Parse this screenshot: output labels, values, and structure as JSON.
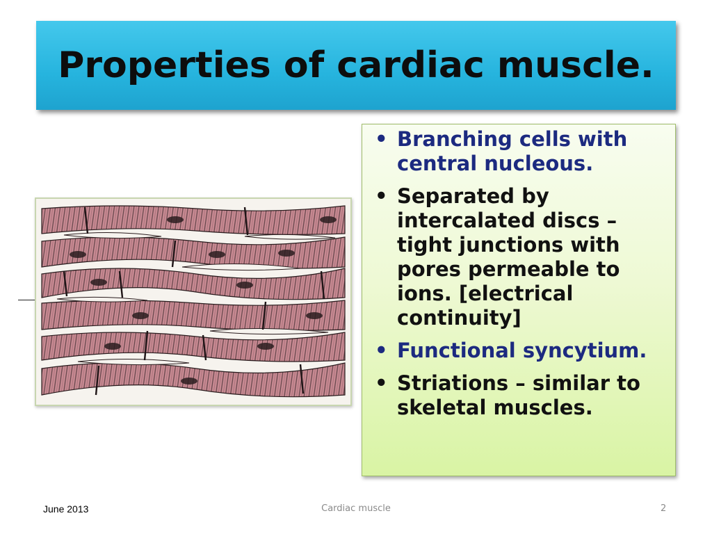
{
  "slide": {
    "title": "Properties of cardiac muscle.",
    "bullets": [
      {
        "text": "Branching cells with central nucleous.",
        "accent": true
      },
      {
        "text": "Separated by intercalated discs – tight junctions with pores permeable to ions. [electrical continuity]",
        "accent": false
      },
      {
        "text": "Functional syncytium.",
        "accent": true
      },
      {
        "text": "Striations – similar to skeletal muscles.",
        "accent": false
      }
    ],
    "bullet_glyph": "•",
    "image_icon": "cardiac-muscle-illustration"
  },
  "colors": {
    "title_bg": "#26b4de",
    "text_box_bg_top": "#f8fdf0",
    "text_box_bg_bottom": "#d9f4a4",
    "accent_text": "#1c2a80",
    "muscle_fiber": "#c98a93"
  },
  "footer": {
    "date": "June 2013",
    "center": "Cardiac muscle",
    "page": "2"
  }
}
